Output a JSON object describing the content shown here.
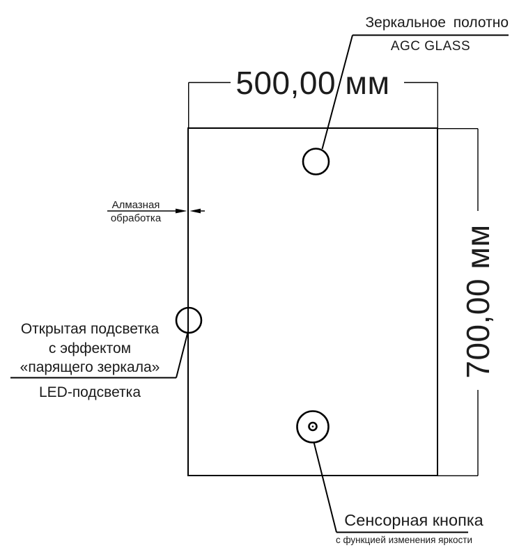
{
  "dimensions": {
    "width_label": "500,00 мм",
    "height_label": "700,00 мм"
  },
  "callouts": {
    "mirror_panel": {
      "title": "Зеркальное полотно",
      "subtitle": "AGC GLASS"
    },
    "edge_processing": {
      "line1": "Алмазная",
      "line2": "обработка"
    },
    "backlight": {
      "line1": "Открытая подсветка",
      "line2": "с эффектом",
      "line3": "«парящего зеркала»",
      "caption": "LED-подсветка"
    },
    "touch_button": {
      "title": "Сенсорная кнопка",
      "subtitle": "с функцией изменения яркости"
    }
  },
  "colors": {
    "ink": "#1a1a1a",
    "line": "#000000",
    "background": "#ffffff"
  }
}
